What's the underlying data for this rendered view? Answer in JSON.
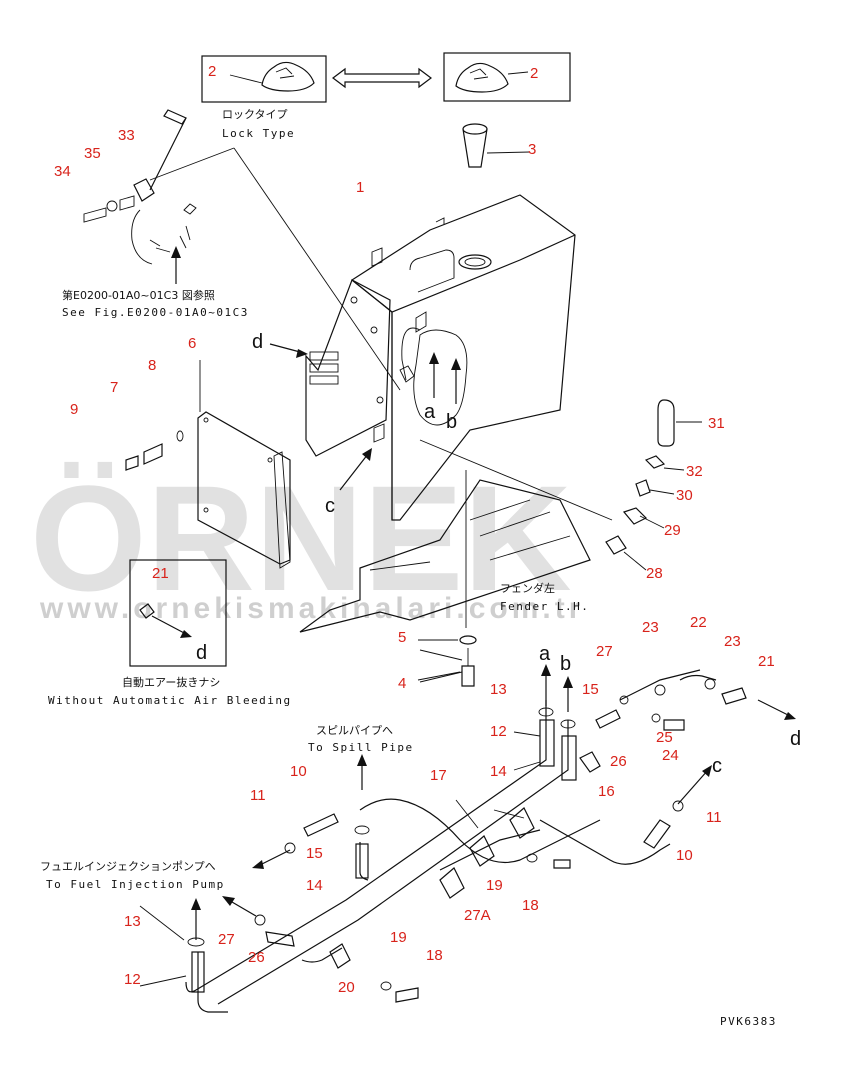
{
  "watermark": {
    "brand": "ÖRNEK",
    "url": "www.ornekismakinalari.com.tr"
  },
  "lock_type": {
    "jp": "ロックタイプ",
    "en": "Lock Type"
  },
  "see_fig": {
    "jp": "第E0200-01A0~01C3 図参照",
    "en": "See Fig.E0200-01A0~01C3"
  },
  "without_air": {
    "jp": "自動エアー抜きナシ",
    "en": "Without Automatic Air Bleeding"
  },
  "fender": {
    "jp": "フェンダ左",
    "en": "Fender L.H."
  },
  "spill_pipe": {
    "jp": "スピルパイプへ",
    "en": "To Spill Pipe"
  },
  "fuel_pump": {
    "jp": "フュエルインジェクションポンプへ",
    "en": "To Fuel Injection Pump"
  },
  "drawing_code": "PVK6383",
  "letters": {
    "a": "a",
    "b": "b",
    "c": "c",
    "d": "d"
  },
  "parts": {
    "p1": "1",
    "p2a": "2",
    "p2b": "2",
    "p3": "3",
    "p4": "4",
    "p5": "5",
    "p6": "6",
    "p7": "7",
    "p8": "8",
    "p9": "9",
    "p10a": "10",
    "p10b": "10",
    "p11a": "11",
    "p11b": "11",
    "p12a": "12",
    "p12b": "12",
    "p13a": "13",
    "p13b": "13",
    "p14a": "14",
    "p14b": "14",
    "p15a": "15",
    "p15b": "15",
    "p16": "16",
    "p17": "17",
    "p18a": "18",
    "p18b": "18",
    "p19a": "19",
    "p19b": "19",
    "p20": "20",
    "p21a": "21",
    "p21b": "21",
    "p22": "22",
    "p23a": "23",
    "p23b": "23",
    "p24": "24",
    "p25": "25",
    "p26a": "26",
    "p26b": "26",
    "p27a": "27",
    "p27b": "27",
    "p27A": "27A",
    "p28": "28",
    "p29": "29",
    "p30": "30",
    "p31": "31",
    "p32": "32",
    "p33": "33",
    "p34": "34",
    "p35": "35"
  }
}
